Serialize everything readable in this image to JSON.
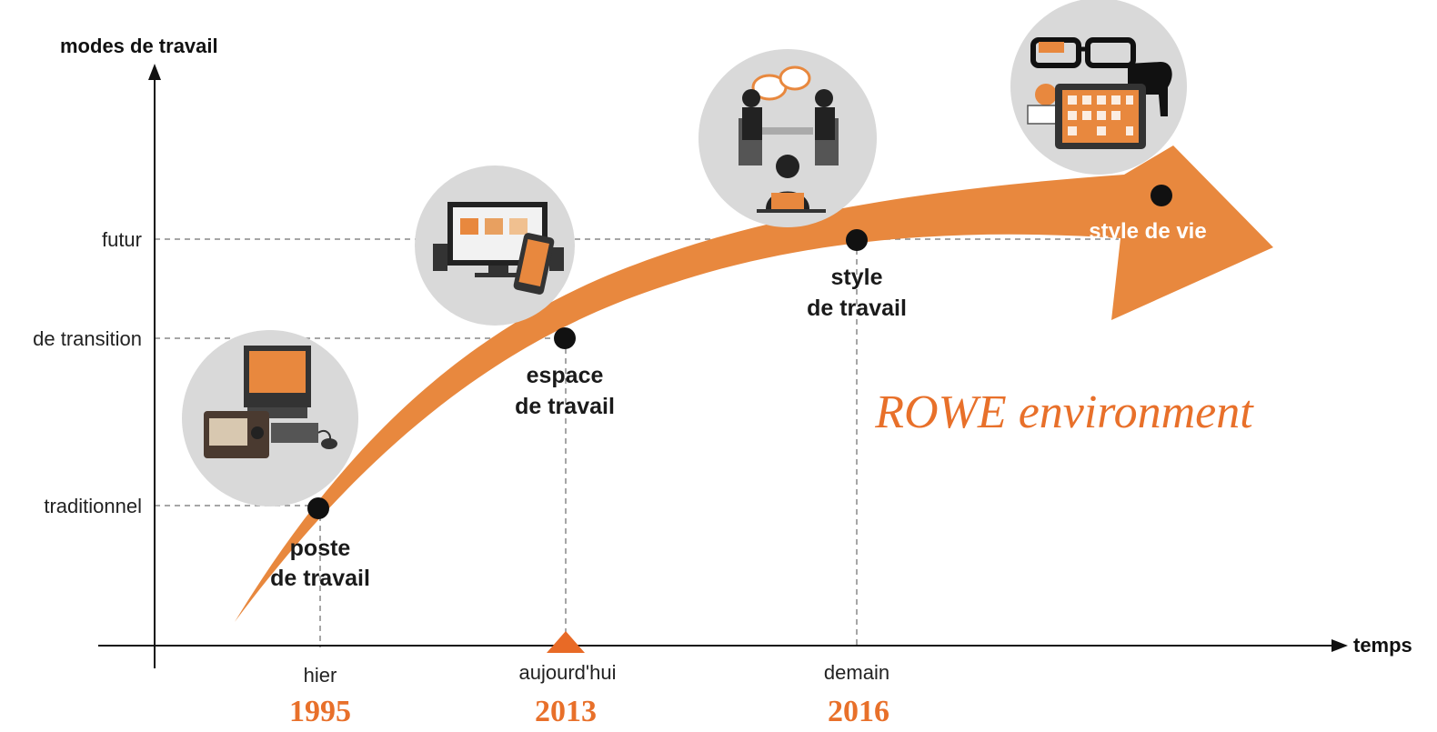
{
  "axes": {
    "y_title": "modes de travail",
    "x_title": "temps",
    "y_levels": [
      "futur",
      "de transition",
      "traditionnel"
    ],
    "x_ticks": [
      "hier",
      "aujourd'hui",
      "demain"
    ]
  },
  "years": [
    "1995",
    "2013",
    "2016"
  ],
  "stages": {
    "poste": [
      "poste",
      "de travail"
    ],
    "espace": [
      "espace",
      "de travail"
    ],
    "style_travail": [
      "style",
      "de travail"
    ],
    "style_vie": "style de vie"
  },
  "annotation": "ROWE environment",
  "colors": {
    "accent": "#e8702a",
    "axis": "#111111",
    "circle": "#d9d9d9",
    "dot": "#111111"
  },
  "icons": [
    "computer-radio-icon",
    "desktop-phone-icon",
    "meeting-people-icon",
    "glasses-tablet-cow-icon"
  ]
}
